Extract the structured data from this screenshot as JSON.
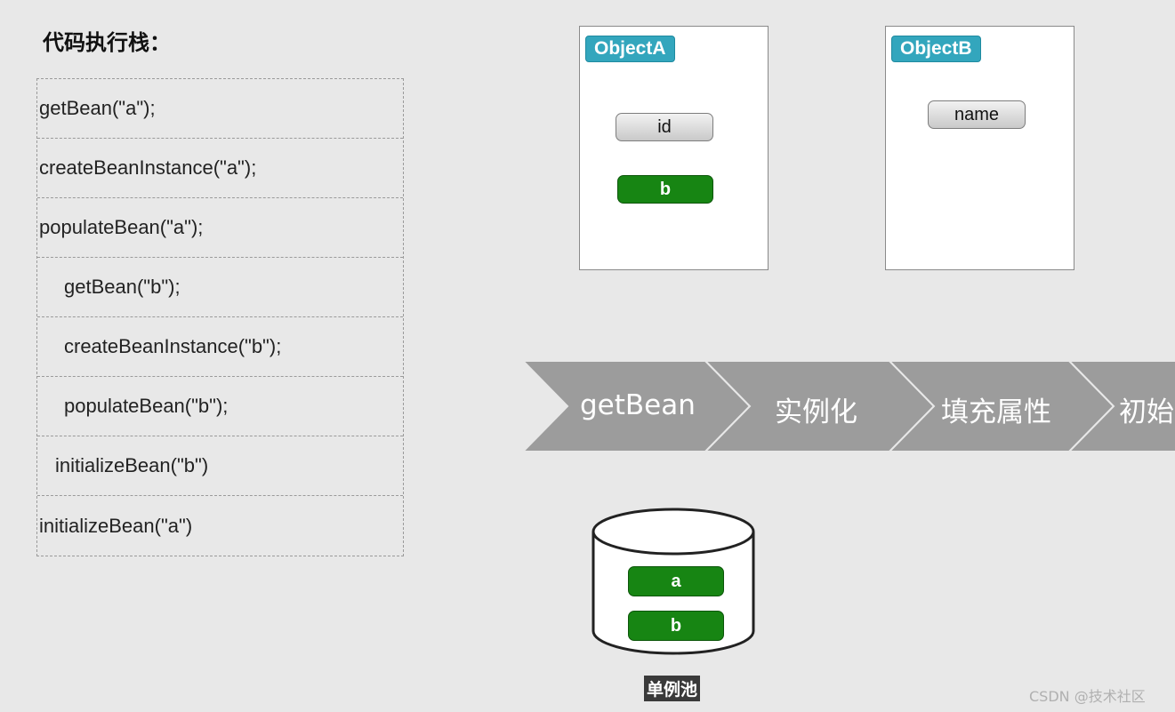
{
  "stack": {
    "title": "代码执行栈：",
    "rows": [
      "getBean(\"a\");",
      "createBeanInstance(\"a\");",
      "populateBean(\"a\");",
      "getBean(\"b\");",
      "createBeanInstance(\"b\");",
      "populateBean(\"b\");",
      "initializeBean(\"b\")",
      "initializeBean(\"a\")"
    ]
  },
  "objects": {
    "a": {
      "name": "ObjectA",
      "fields": [
        "id",
        "b"
      ]
    },
    "b": {
      "name": "ObjectB",
      "fields": [
        "name"
      ]
    }
  },
  "flow": {
    "steps": [
      "getBean",
      "实例化",
      "填充属性",
      "初始"
    ]
  },
  "pool": {
    "label": "单例池",
    "items": [
      "a",
      "b"
    ]
  },
  "watermark": "CSDN @技术社区",
  "colors": {
    "tag": "#33a6bd",
    "green_field": "#178513",
    "gray_field": "#d6d6d6",
    "chevron": "#9c9c9c"
  }
}
